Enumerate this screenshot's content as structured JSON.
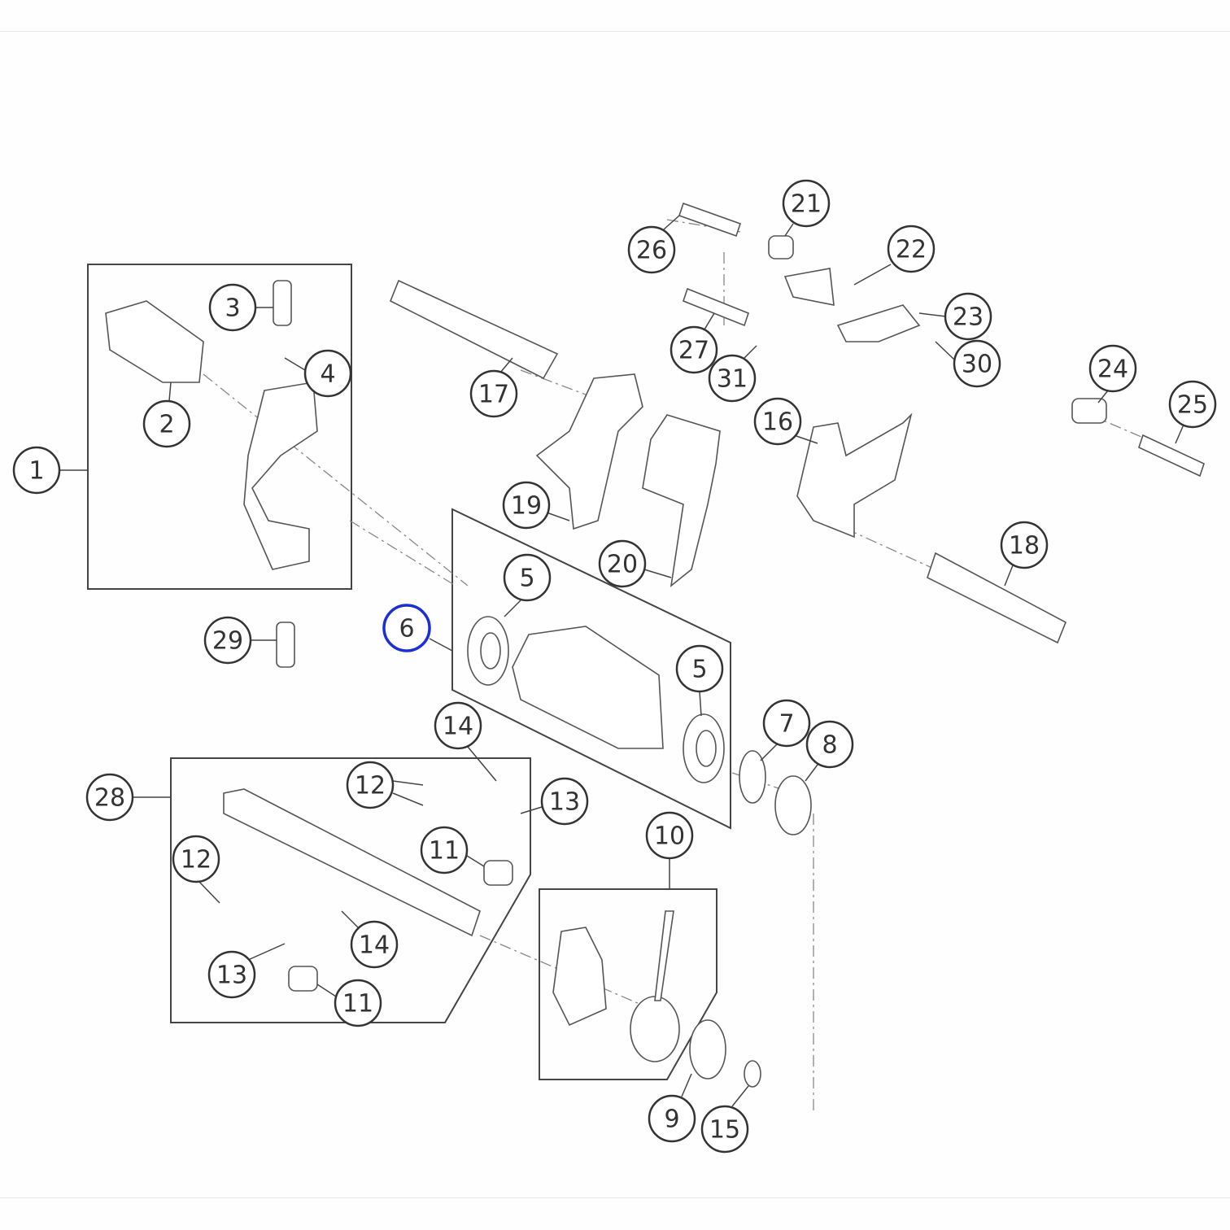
{
  "diagram": {
    "type": "exploded-parts-diagram",
    "highlight_color": "#1a2fd6",
    "highlighted_callout": "6",
    "callouts": [
      "1",
      "2",
      "3",
      "4",
      "5",
      "5",
      "6",
      "7",
      "8",
      "9",
      "10",
      "11",
      "11",
      "12",
      "12",
      "13",
      "13",
      "14",
      "14",
      "15",
      "16",
      "17",
      "18",
      "19",
      "20",
      "21",
      "22",
      "23",
      "24",
      "25",
      "26",
      "27",
      "28",
      "29",
      "30",
      "31"
    ]
  }
}
